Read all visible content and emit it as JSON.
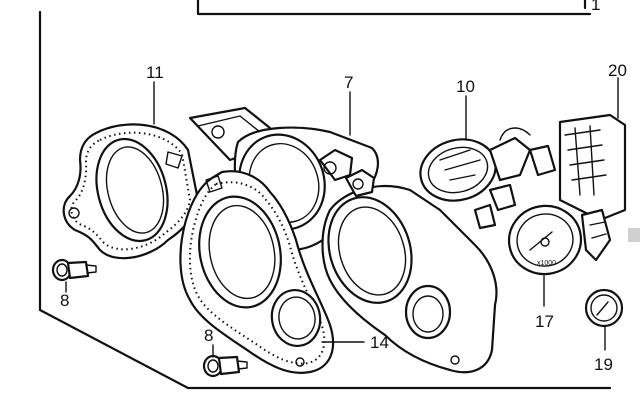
{
  "callouts": {
    "p11": "11",
    "p7": "7",
    "p10": "10",
    "p20": "20",
    "p8a": "8",
    "p8b": "8",
    "p14": "14",
    "p17": "17",
    "p19": "19",
    "p1": "1"
  },
  "gauge_text": {
    "tach_unit": "x1000"
  },
  "colors": {
    "ink": "#111111",
    "paper": "#ffffff",
    "scroll_tab": "#d0d0d0"
  }
}
